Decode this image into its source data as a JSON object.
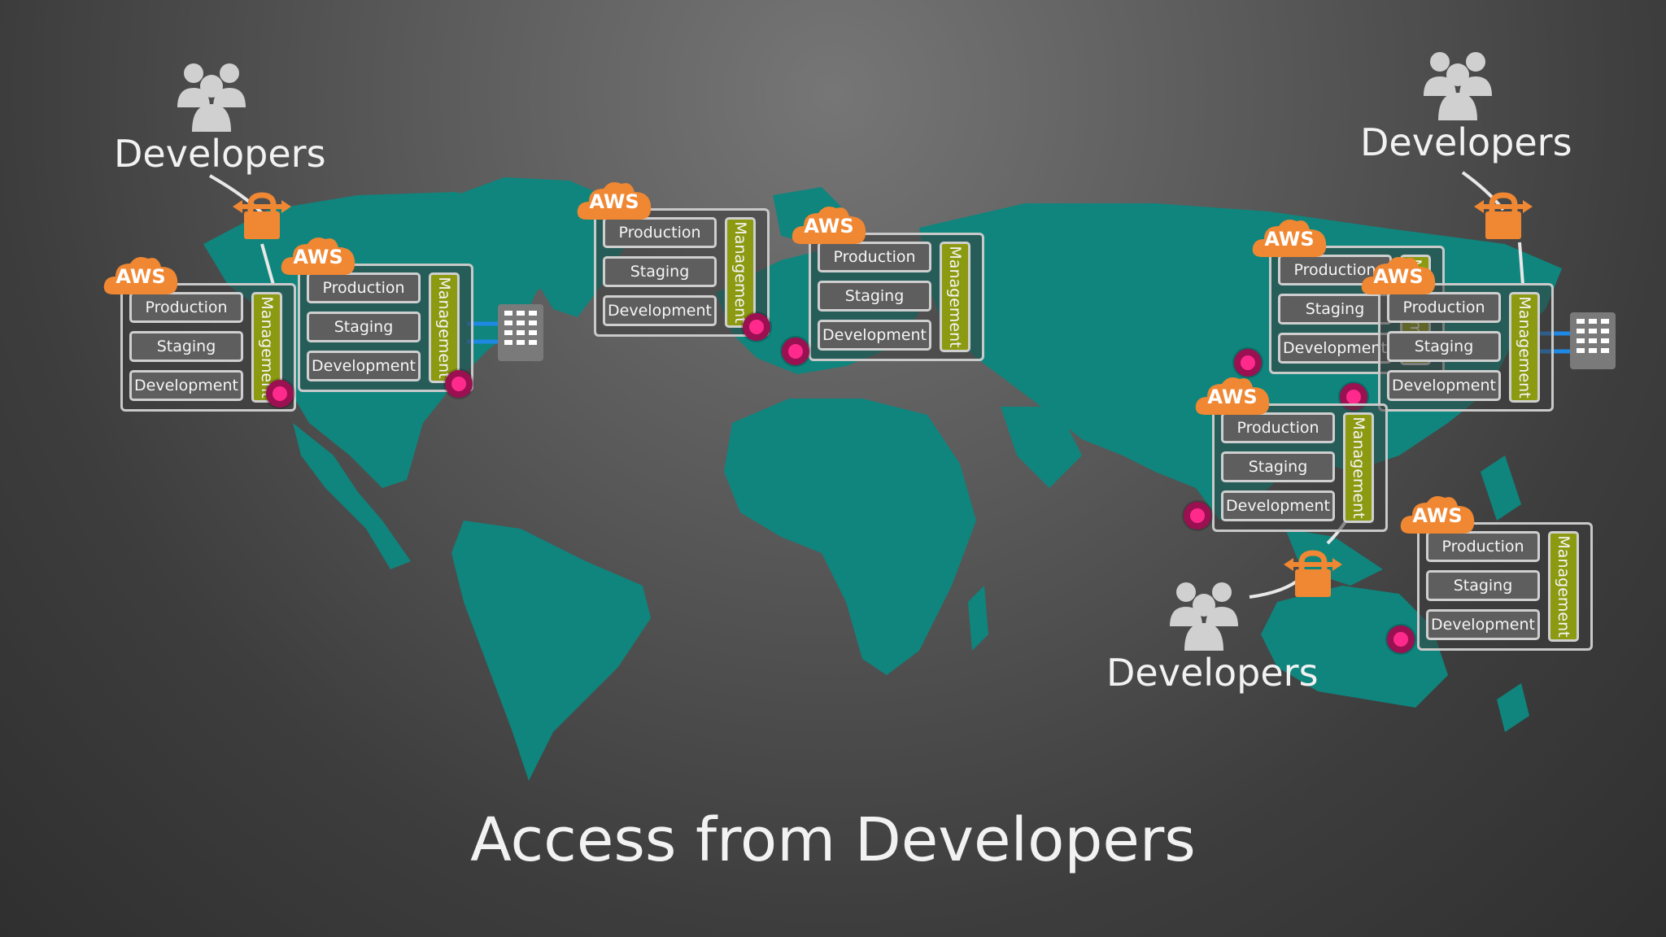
{
  "slide": {
    "title": "Access from Developers"
  },
  "developers": [
    {
      "label": "Developers",
      "icon": "people-icon"
    },
    {
      "label": "Developers",
      "icon": "people-icon"
    },
    {
      "label": "Developers",
      "icon": "people-icon"
    }
  ],
  "aws_label": "AWS",
  "env": {
    "production": "Production",
    "staging": "Staging",
    "development": "Development",
    "management": "Management"
  },
  "colors": {
    "map": "#0f857d",
    "aws_orange": "#f08732",
    "management": "#8c9a12",
    "region_dot": "#ff2a8c",
    "lock": "#f08732"
  },
  "icons": [
    "people-icon",
    "lock-icon",
    "aws-cloud-icon",
    "datacenter-icon",
    "region-dot"
  ]
}
